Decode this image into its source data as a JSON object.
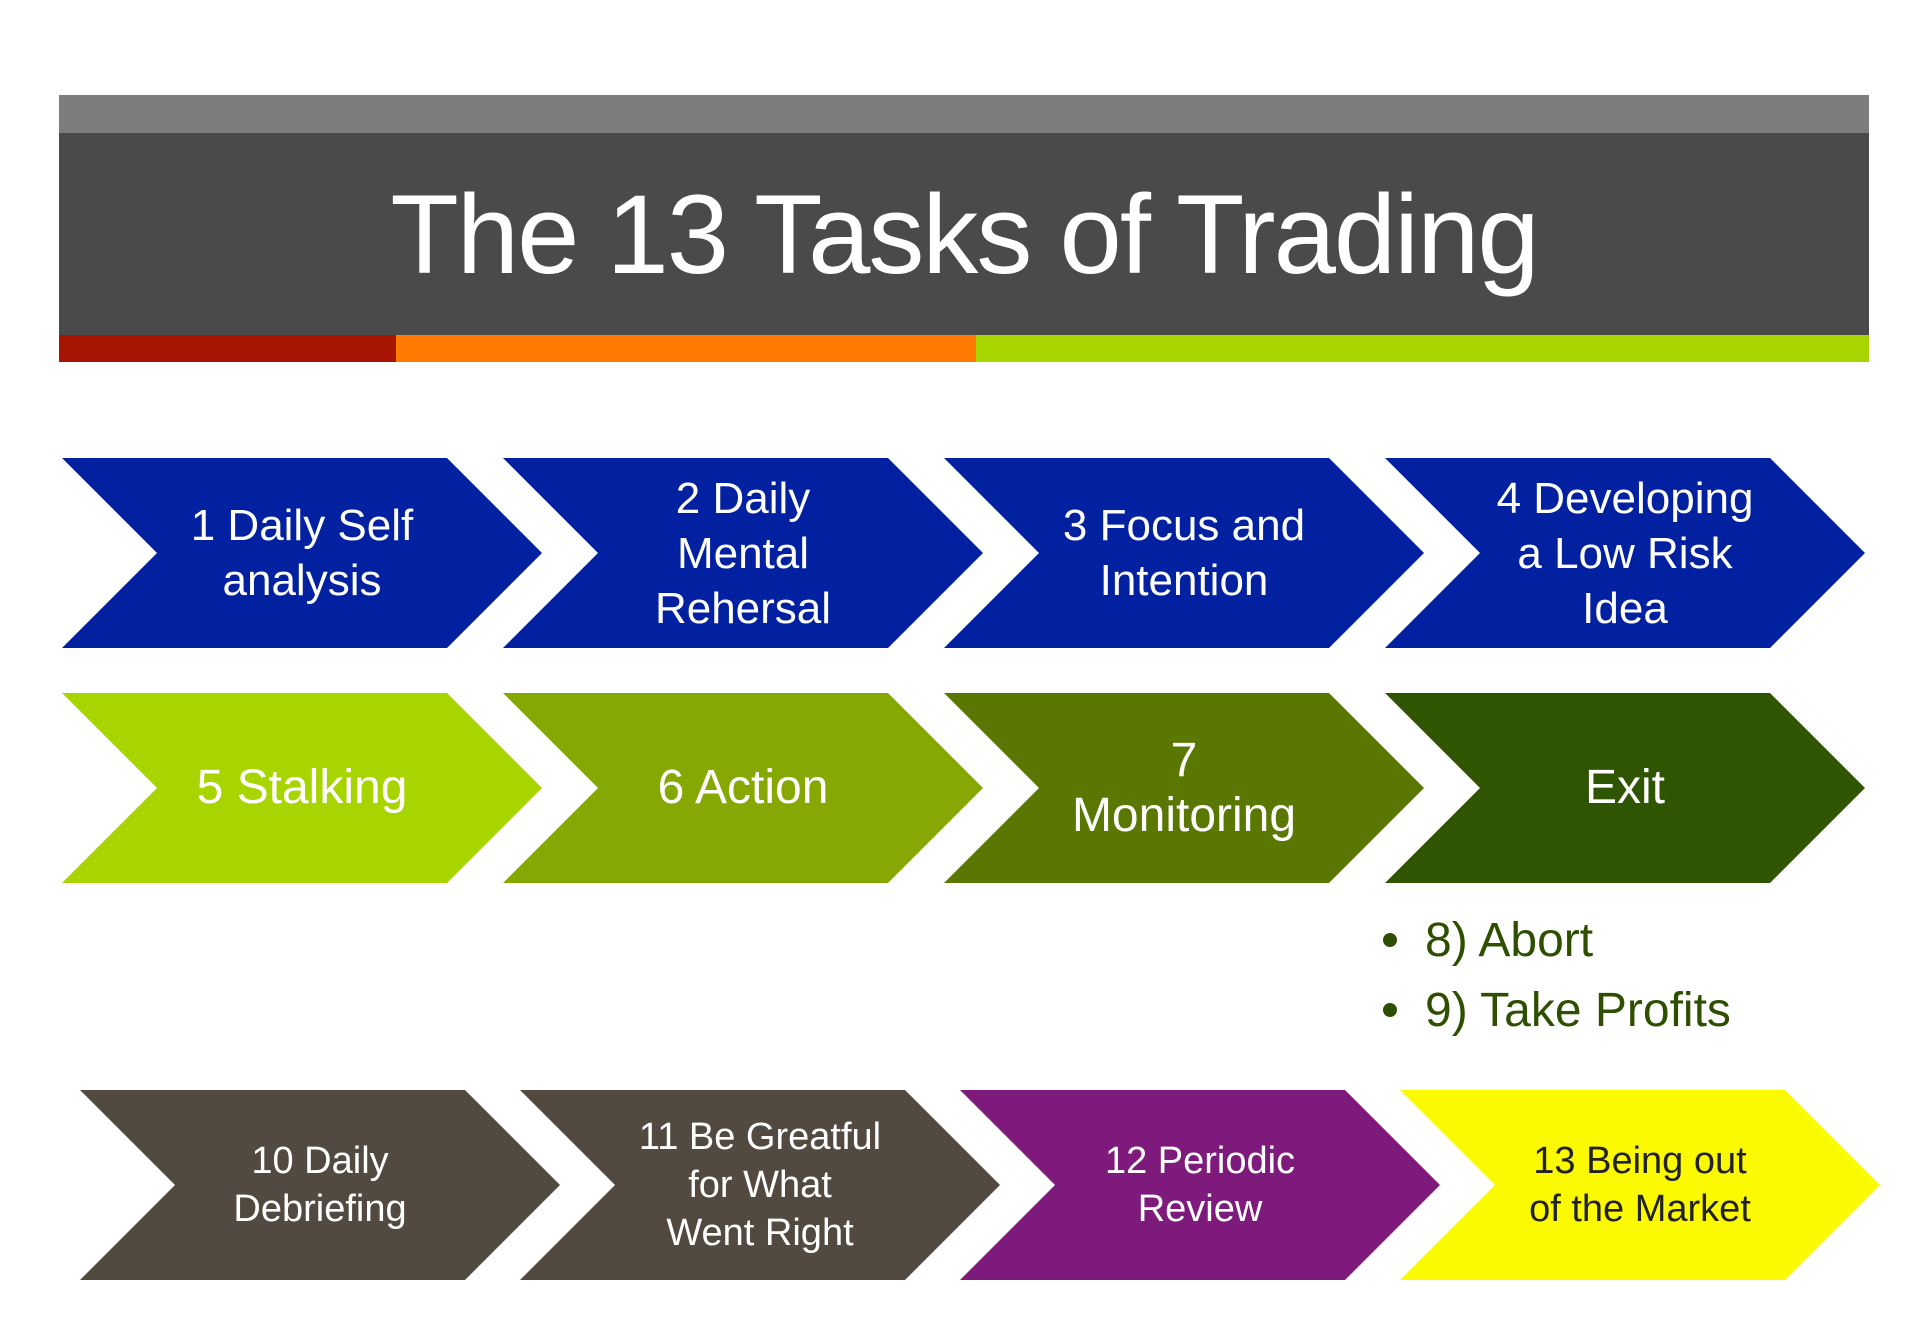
{
  "title": "The 13 Tasks of Trading",
  "colors": {
    "title_band": "#4a4a4a",
    "title_strip": "#7b7c7b",
    "accent_red": "#a81402",
    "accent_orange": "#fe7a02",
    "accent_green": "#a8d400"
  },
  "rows": [
    {
      "items": [
        {
          "label": "1 Daily Self\nanalysis",
          "color": "#0221a1"
        },
        {
          "label": "2 Daily\nMental\nRehersal",
          "color": "#0221a1"
        },
        {
          "label": "3 Focus and\nIntention",
          "color": "#0221a1"
        },
        {
          "label": "4 Developing\na Low Risk\nIdea",
          "color": "#0221a1"
        }
      ]
    },
    {
      "items": [
        {
          "label": "5 Stalking",
          "color": "#a8d400"
        },
        {
          "label": "6 Action",
          "color": "#85a803"
        },
        {
          "label": "7\nMonitoring",
          "color": "#5a7702"
        },
        {
          "label": "Exit",
          "color": "#2f5402"
        }
      ]
    },
    {
      "items": [
        {
          "label": "10 Daily\nDebriefing",
          "color": "#524940"
        },
        {
          "label": "11 Be Greatful\nfor What\nWent  Right",
          "color": "#524940"
        },
        {
          "label": "12 Periodic\nReview",
          "color": "#7d1a7b"
        },
        {
          "label": "13 Being out\nof the Market",
          "color": "#fcfa00"
        }
      ]
    }
  ],
  "exit_options": [
    "8) Abort",
    "9) Take Profits"
  ]
}
